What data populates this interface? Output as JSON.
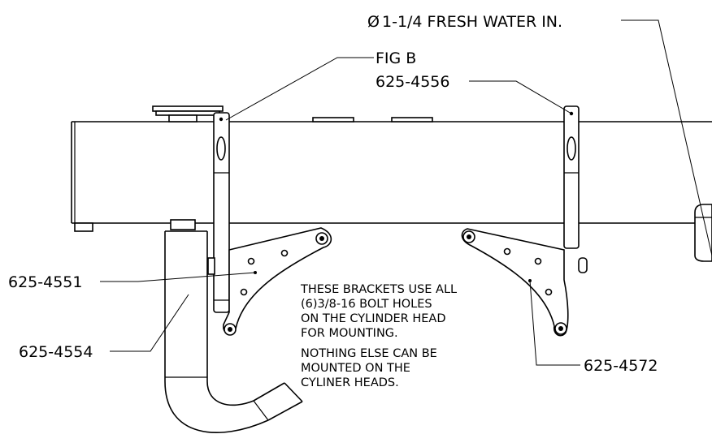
{
  "labels": {
    "fresh_water_in": "1-1/4 FRESH WATER IN.",
    "fig_b": "FIG B",
    "part_4556": "625-4556",
    "part_4551": "625-4551",
    "part_4554": "625-4554",
    "part_4572": "625-4572"
  },
  "note_lines": [
    "THESE BRACKETS USE ALL",
    "(6)3/8-16 BOLT HOLES",
    "ON THE CYLINDER HEAD",
    "FOR MOUNTING.",
    "NOTHING ELSE CAN BE",
    "MOUNTED ON THE",
    "CYLINER HEADS."
  ],
  "symbols": {
    "diameter": "Ø"
  }
}
